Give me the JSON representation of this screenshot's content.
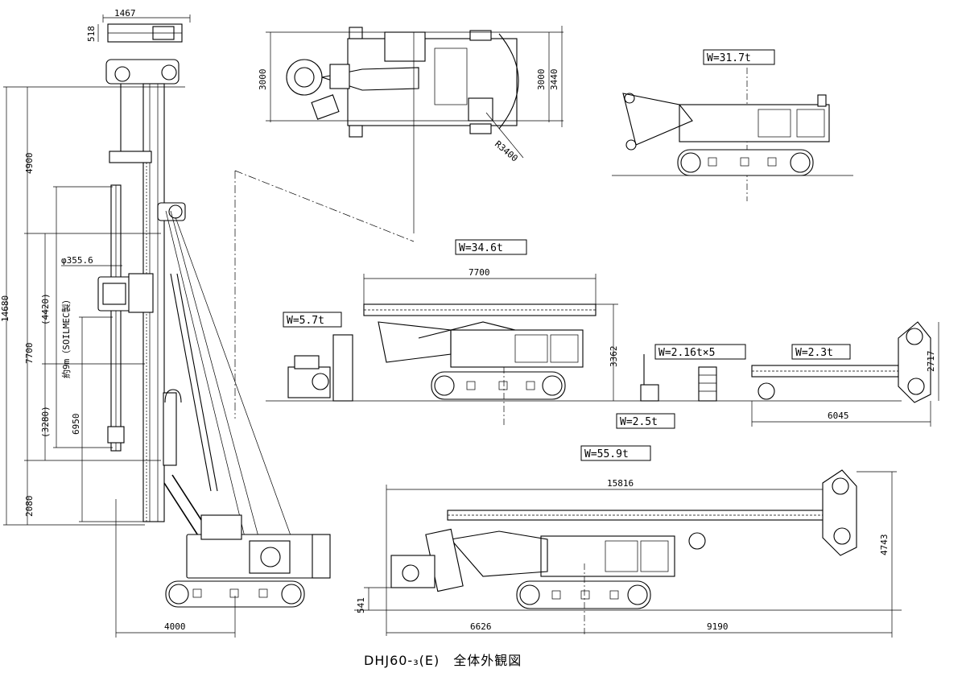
{
  "title": "DHJ60-₃(E)　全体外観図",
  "weights": {
    "top_right": "W=31.7t",
    "transport_main": "W=34.6t",
    "head": "W=5.7t",
    "counterweight": "W=2.16t×5",
    "mast": "W=2.3t",
    "ground": "W=2.5t",
    "total": "W=55.9t"
  },
  "dims": {
    "top_width": "1467",
    "top_height": "518",
    "plan_left": "3000",
    "plan_right_inner": "3000",
    "plan_right_outer": "3440",
    "radius": "R3400",
    "h4900": "4900",
    "h14680": "14680",
    "h7700": "7700",
    "h2080": "2080",
    "h4420": "(4420)",
    "h3280": "(3280)",
    "h6950": "6950",
    "auger_note": "約9m（SOILMEC製）",
    "diameter": "φ355.6",
    "base_4000": "4000",
    "len_7700": "7700",
    "h3362": "3362",
    "h2717": "2717",
    "len_6045": "6045",
    "len_15816": "15816",
    "h4743": "4743",
    "h541": "541",
    "len_6626": "6626",
    "len_9190": "9190"
  }
}
